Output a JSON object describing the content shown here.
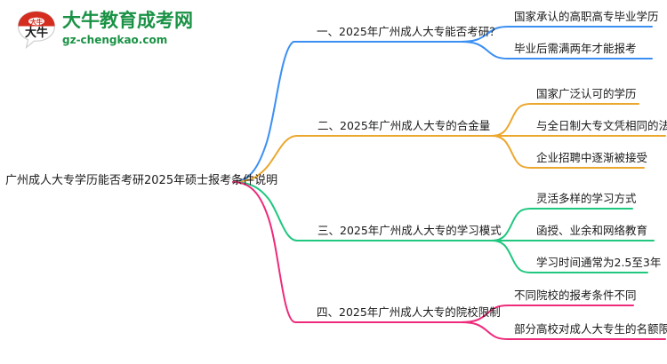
{
  "logo": {
    "mark_name": "da-niu-speech-bubble-logo",
    "title": "大牛教育成考网",
    "subtitle": "gz-chengkao.com",
    "brand_green": "#1a9245",
    "brand_red": "#d42c1f"
  },
  "mindmap": {
    "root": {
      "text": "广州成人大专学历能否考研2025年硕士报考条件说明"
    },
    "branches": [
      {
        "text": "一、2025年广州成人大专能否考研？",
        "color": "#3b8ff3",
        "children": [
          {
            "text": "国家承认的高职高专毕业学历"
          },
          {
            "text": "毕业后需满两年才能报考"
          }
        ]
      },
      {
        "text": "二、2025年广州成人大专的合金量",
        "color": "#eca72e",
        "children": [
          {
            "text": "国家广泛认可的学历"
          },
          {
            "text": "与全日制大专文凭相同的法律效力"
          },
          {
            "text": "企业招聘中逐渐被接受"
          }
        ]
      },
      {
        "text": "三、2025年广州成人大专的学习模式",
        "color": "#1fc77f",
        "children": [
          {
            "text": "灵活多样的学习方式"
          },
          {
            "text": "函授、业余和网络教育"
          },
          {
            "text": "学习时间通常为2.5至3年"
          }
        ]
      },
      {
        "text": "四、2025年广州成人大专的院校限制",
        "color": "#ee2a7b",
        "children": [
          {
            "text": "不同院校的报考条件不同"
          },
          {
            "text": "部分高校对成人大专生的名额限制"
          }
        ]
      }
    ]
  }
}
